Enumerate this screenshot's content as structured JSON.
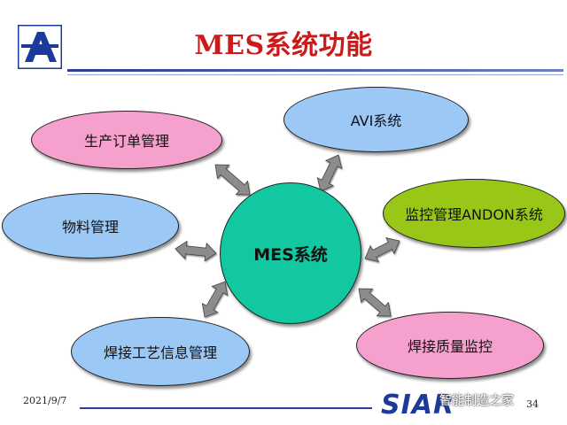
{
  "title": "MES系统功能",
  "center": {
    "label": "MES系统",
    "color": "#11c8a0"
  },
  "nodes": [
    {
      "id": "order",
      "label": "生产订单管理",
      "color": "#f6a0ce"
    },
    {
      "id": "avi",
      "label": "AVI系统",
      "color": "#9cc8f6"
    },
    {
      "id": "material",
      "label": "物料管理",
      "color": "#9cc8f6"
    },
    {
      "id": "andon",
      "label": "监控管理ANDON系统",
      "color": "#98c718"
    },
    {
      "id": "process",
      "label": "焊接工艺信息管理",
      "color": "#9cc8f6"
    },
    {
      "id": "quality",
      "label": "焊接质量监控",
      "color": "#f6a0ce"
    }
  ],
  "footer": {
    "date": "2021/9/7",
    "logo_text": "SIAR",
    "watermark": "智能制造之家",
    "page": "34"
  },
  "colors": {
    "arrow": "#8c8c8c",
    "title": "#cc1a1a",
    "rule": "#2a3e9a"
  }
}
